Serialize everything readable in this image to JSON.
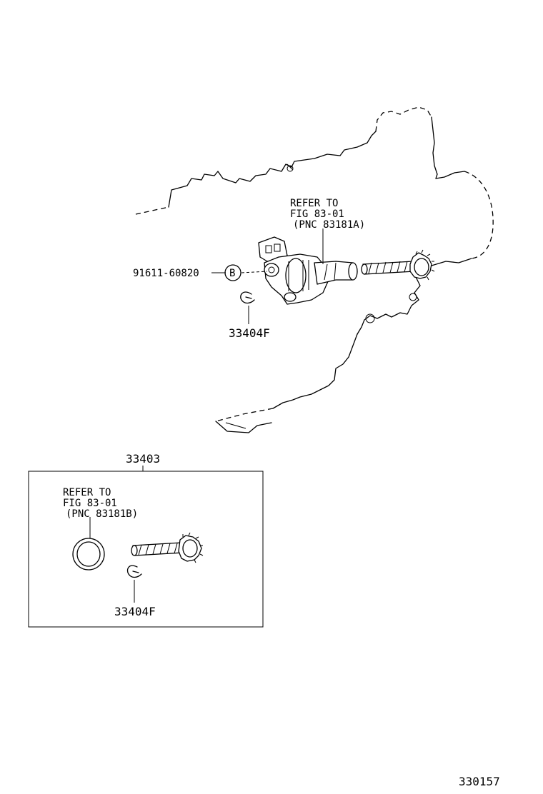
{
  "callouts": {
    "upper_refer_line1": "REFER TO",
    "upper_refer_line2": "FIG 83-01",
    "upper_refer_line3": "(PNC 83181A)",
    "bolt_part_number": "91611-60820",
    "bolt_marker": "B",
    "upper_clip_part": "33404F",
    "kit_part_number": "33403",
    "lower_refer_line1": "REFER TO",
    "lower_refer_line2": "FIG 83-01",
    "lower_refer_line3": "(PNC 83181B)",
    "lower_clip_part": "33404F",
    "figure_number": "330157"
  }
}
